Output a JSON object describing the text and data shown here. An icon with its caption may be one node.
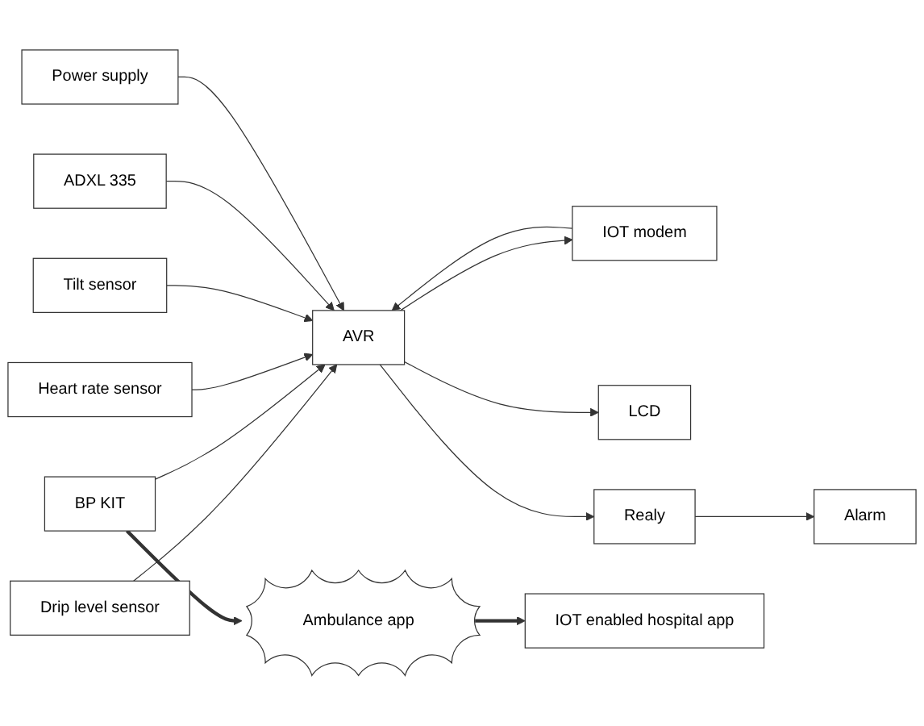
{
  "diagram": {
    "nodes": [
      {
        "text": [
          "Ambulance app"
        ]
      },
      {
        "text": [
          "LCD"
        ]
      },
      {
        "text": [
          "Drip level sensor"
        ]
      },
      {
        "text": [
          "AVR"
        ]
      },
      {
        "text": [
          "BP KIT"
        ]
      },
      {
        "text": [
          "Heart rate sensor"
        ]
      },
      {
        "text": [
          "IOT enabled hospital app"
        ]
      },
      {
        "text": [
          "Tilt sensor"
        ]
      },
      {
        "text": [
          "IOT modem"
        ]
      },
      {
        "text": [
          "ADXL 335"
        ]
      },
      {
        "text": [
          "Power supply"
        ]
      },
      {
        "text": [
          "Alarm"
        ]
      },
      {
        "text": [
          "Realy"
        ]
      }
    ],
    "edges": [
      {
        "from": 3,
        "to": 1,
        "arrow": "to"
      },
      {
        "from": 2,
        "to": 3,
        "arrow": "to"
      },
      {
        "from": 4,
        "to": 3,
        "arrow": "to"
      },
      {
        "from": 5,
        "to": 3,
        "arrow": "to"
      },
      {
        "from": 7,
        "to": 3,
        "arrow": "to"
      },
      {
        "from": 8,
        "to": 3,
        "arrow": "to"
      },
      {
        "from": 3,
        "to": 8,
        "arrow": "to"
      },
      {
        "from": 9,
        "to": 3,
        "arrow": "to"
      },
      {
        "from": 10,
        "to": 3,
        "arrow": "to"
      },
      {
        "from": 3,
        "to": 12,
        "arrow": "to"
      },
      {
        "from": 12,
        "to": 11,
        "arrow": "to"
      },
      {
        "from": 4,
        "to": 0,
        "arrow": "to",
        "style": "thick"
      },
      {
        "from": 0,
        "to": 6,
        "arrow": "to",
        "style": "thick"
      }
    ]
  }
}
